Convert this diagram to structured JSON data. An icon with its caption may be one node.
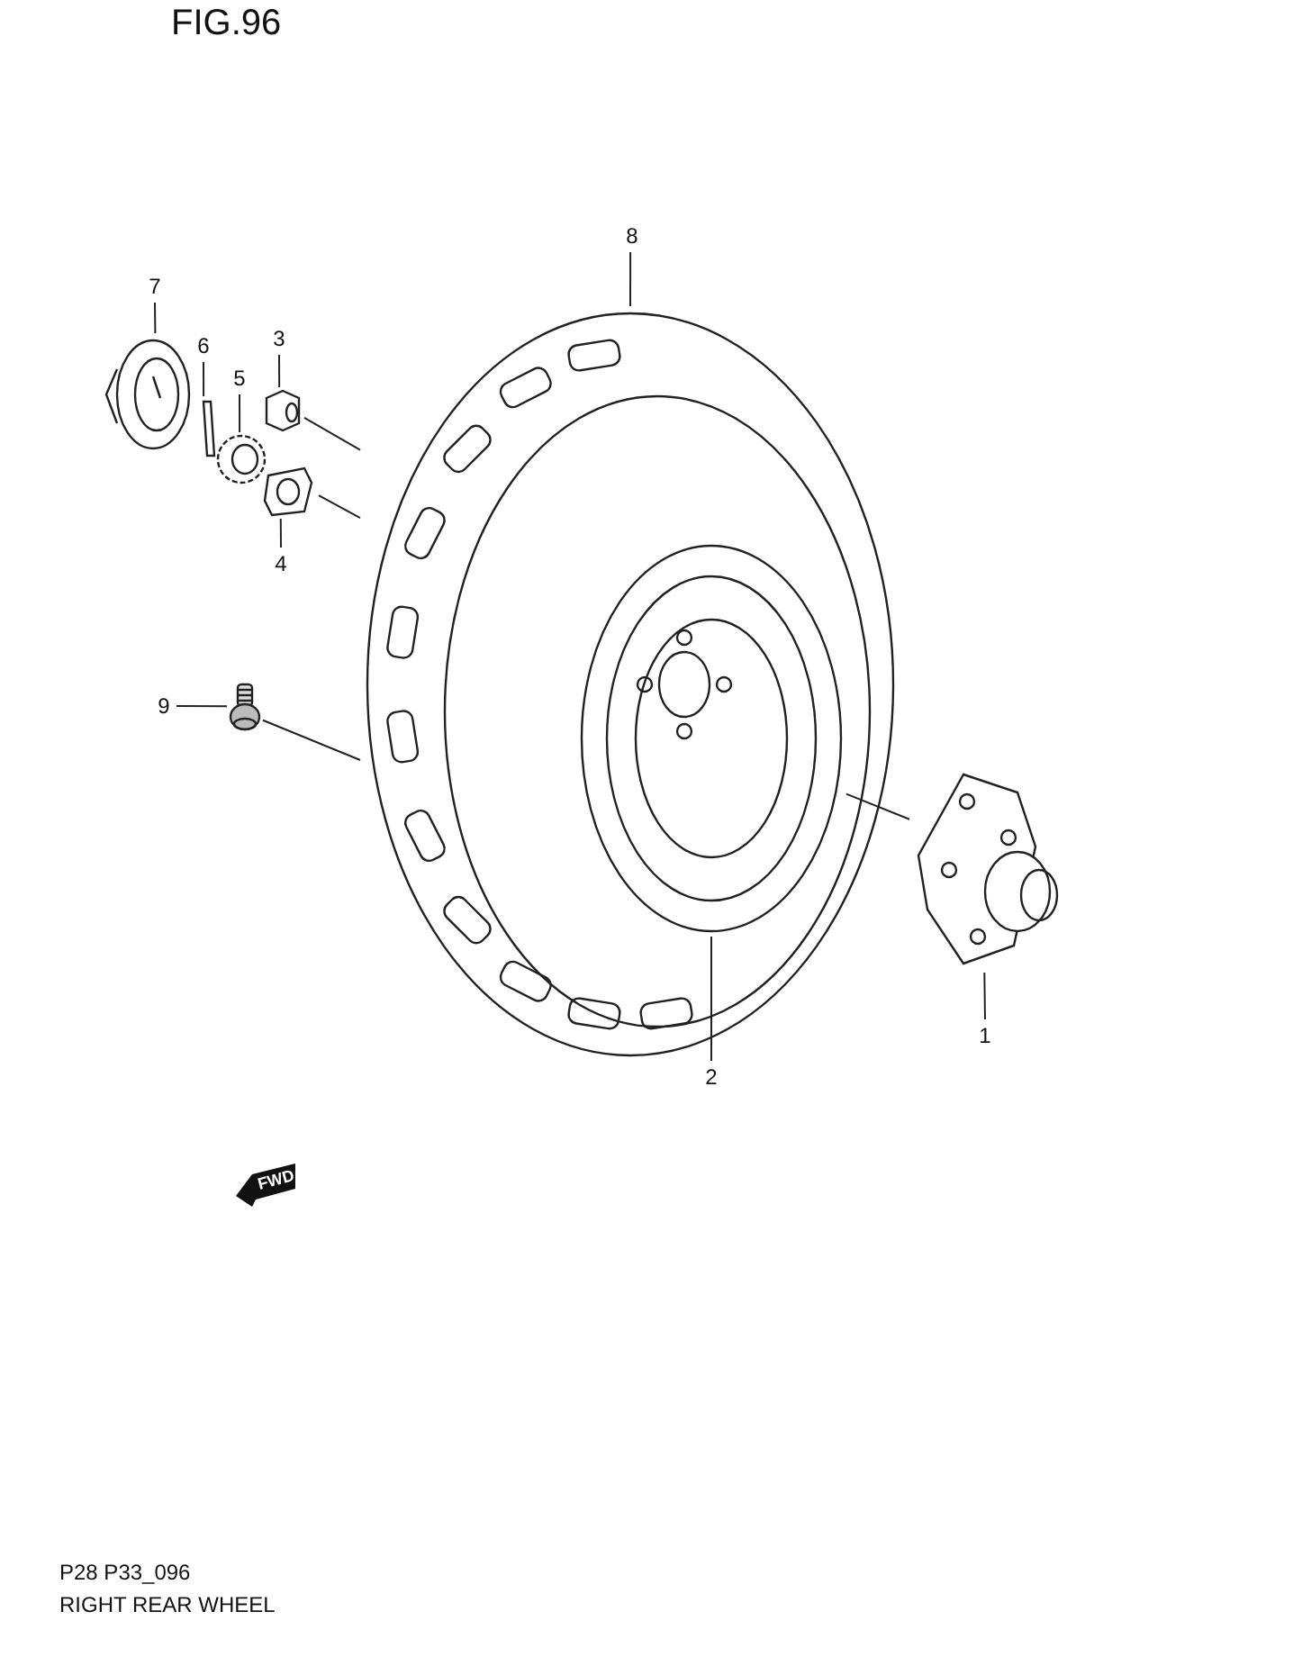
{
  "diagram": {
    "title": "RIGHT REAR WHEEL",
    "nodes": [
      {
        "text": [
          "8"
        ]
      },
      {
        "text": [
          "7"
        ]
      },
      {
        "text": [
          "6"
        ]
      },
      {
        "text": [
          "3"
        ]
      },
      {
        "text": [
          "5"
        ]
      },
      {
        "text": [
          "4"
        ]
      },
      {
        "text": [
          "9"
        ]
      },
      {
        "text": [
          "2"
        ]
      },
      {
        "text": [
          "1"
        ]
      },
      {
        "text": [],
        "shape": "picture"
      },
      {
        "text": [],
        "shape": "picture",
        "in": 9
      },
      {
        "text": [],
        "shape": "picture"
      },
      {
        "text": [],
        "shape": "picture"
      },
      {
        "text": [],
        "shape": "picture"
      },
      {
        "text": [],
        "shape": "picture"
      },
      {
        "text": [],
        "shape": "picture"
      },
      {
        "text": [],
        "shape": "picture"
      },
      {
        "text": [],
        "shape": "picture"
      }
    ],
    "edges": [
      {
        "from": 0,
        "to": 9,
        "arrow": "none"
      },
      {
        "from": 1,
        "to": 11,
        "arrow": "none"
      },
      {
        "from": 2,
        "to": 12,
        "arrow": "none"
      },
      {
        "from": 3,
        "to": 13,
        "arrow": "none"
      },
      {
        "from": 4,
        "to": 14,
        "arrow": "none"
      },
      {
        "from": 5,
        "to": 15,
        "arrow": "none"
      },
      {
        "from": 6,
        "to": 16,
        "arrow": "none"
      },
      {
        "from": 7,
        "to": 10,
        "arrow": "none"
      },
      {
        "from": 8,
        "to": 17,
        "arrow": "none"
      },
      {
        "from": 13,
        "to": 9,
        "arrow": "none"
      },
      {
        "from": 15,
        "to": 9,
        "arrow": "none"
      },
      {
        "from": 16,
        "to": 9,
        "arrow": "none"
      },
      {
        "from": 17,
        "to": 10,
        "arrow": "none"
      }
    ],
    "labels": [
      "FIG.96",
      "FWD",
      "P28 P33_096"
    ]
  }
}
